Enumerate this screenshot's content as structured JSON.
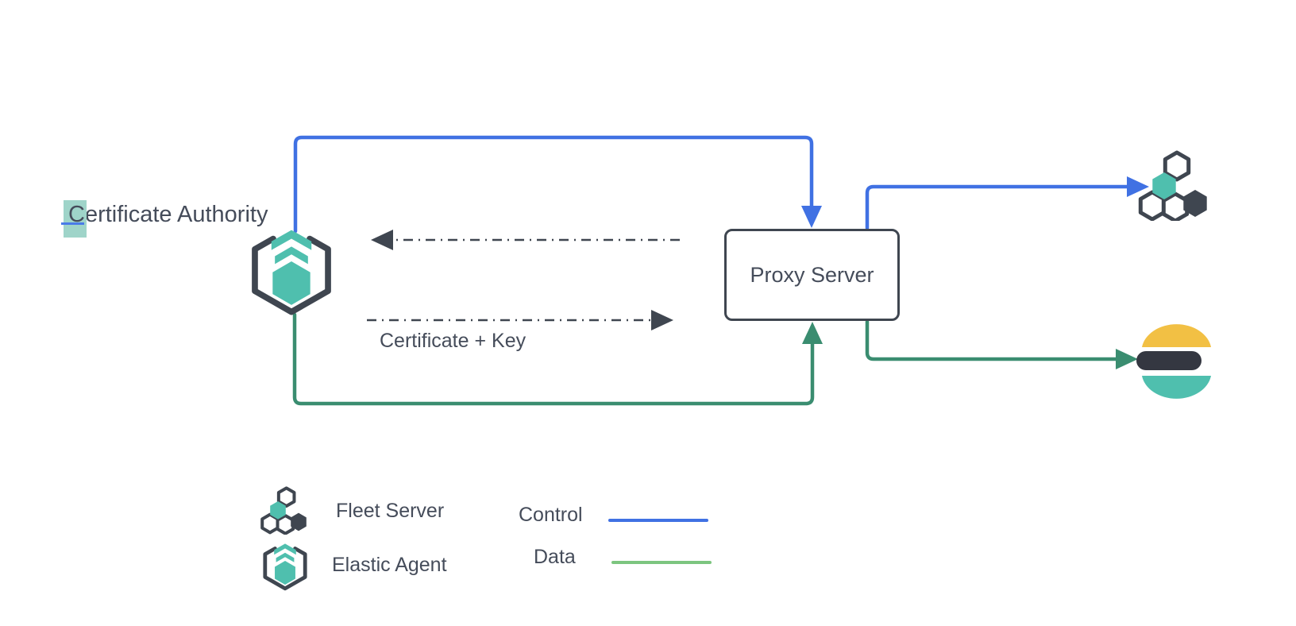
{
  "diagram": {
    "certificate_authority": {
      "highlighted_char": "C",
      "rest": "ertificate Authority"
    },
    "proxy_server_label": "Proxy Server",
    "certificate_key_label": "Certificate + Key"
  },
  "legend": {
    "fleet_server_label": "Fleet Server",
    "elastic_agent_label": "Elastic Agent",
    "control_label": "Control",
    "data_label": "Data"
  },
  "icons": {
    "elastic_agent": "elastic-agent-icon",
    "fleet_server": "fleet-server-icon",
    "elasticsearch": "elasticsearch-logo-icon"
  },
  "colors": {
    "control_blue": "#4071e3",
    "data_green": "#3a8d70",
    "legend_data_green": "#7cc57f",
    "teal": "#4fbfae",
    "yellow": "#f2c044",
    "dark": "#3f4650",
    "es_bar_dark": "#343741",
    "selection_teal": "#9fd4c9",
    "caret_blue": "#4a7be8",
    "text": "#454c5a"
  }
}
